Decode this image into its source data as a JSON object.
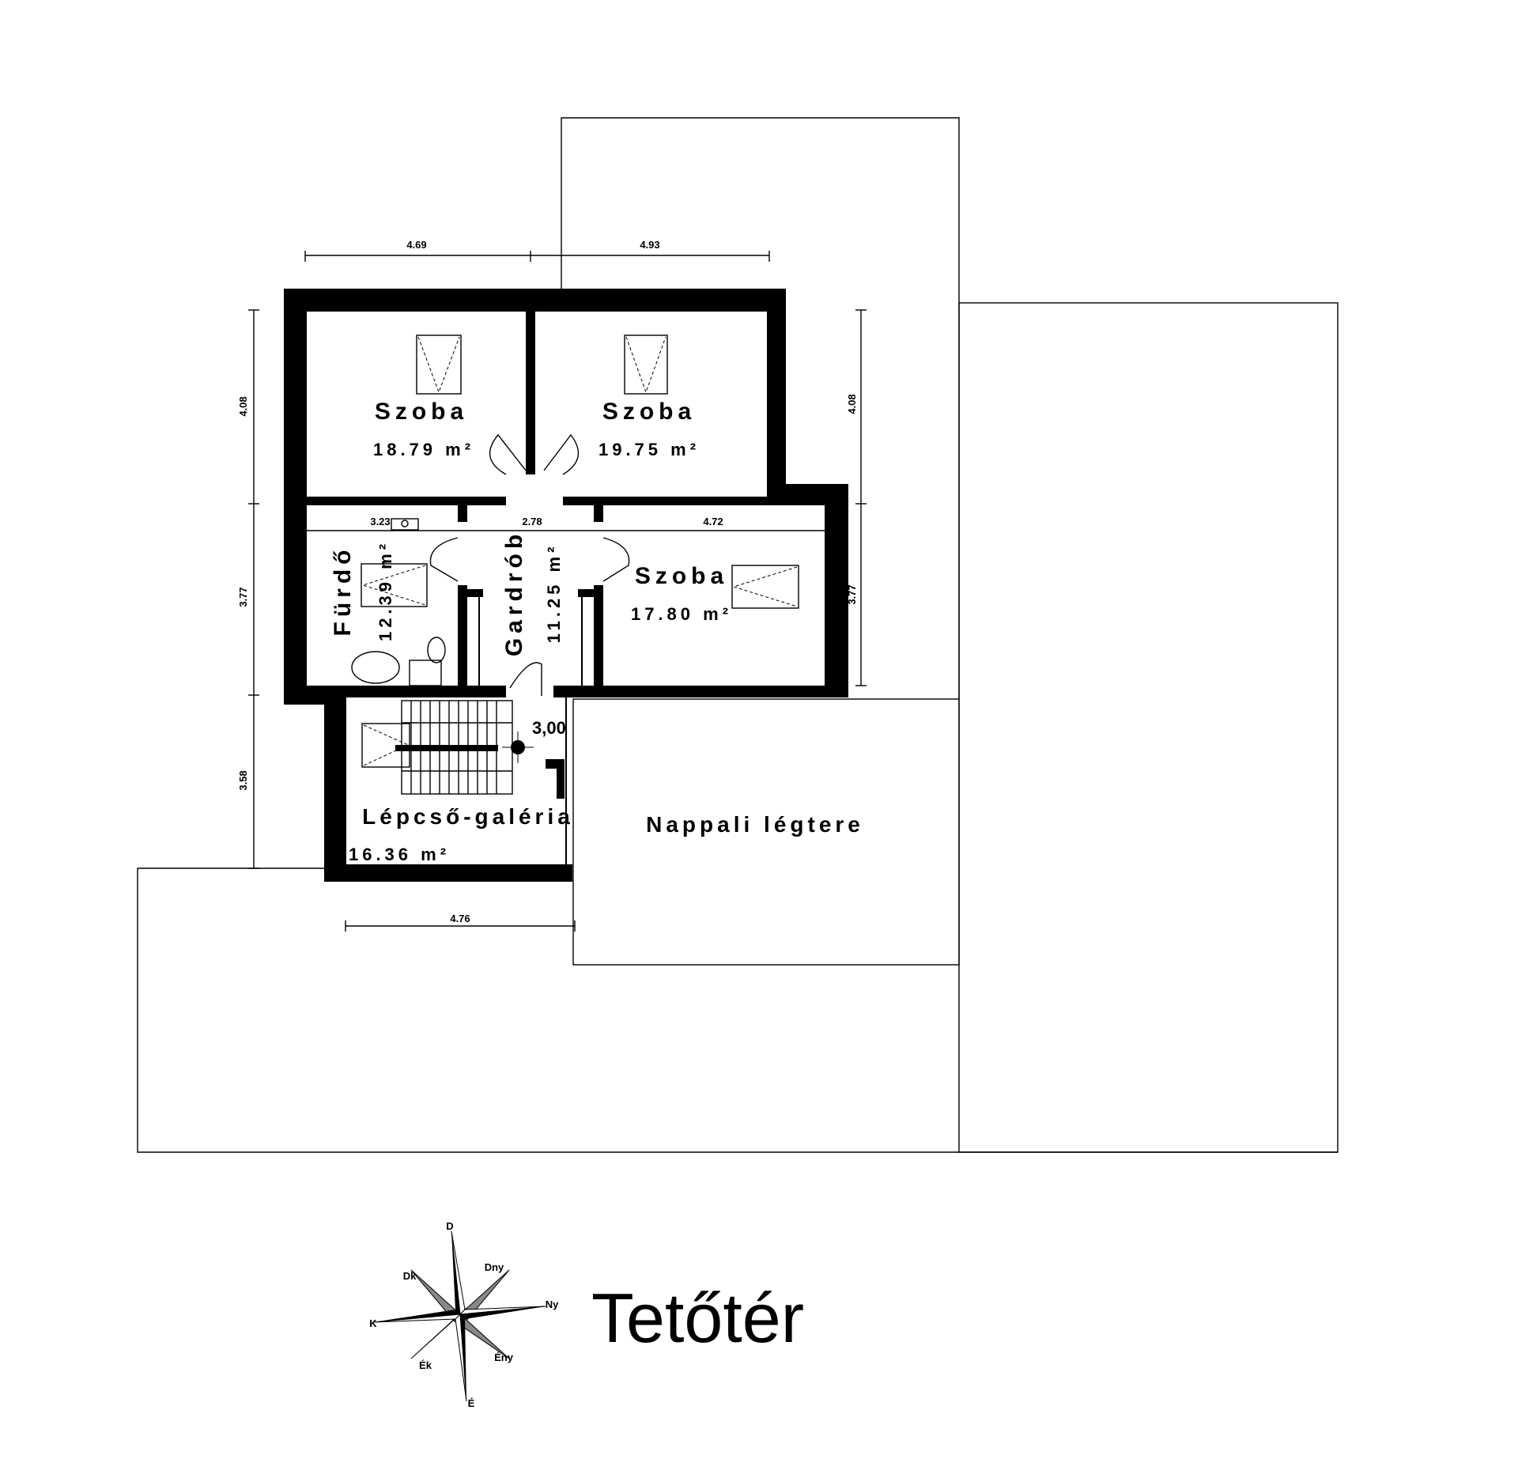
{
  "title": "Tetőtér",
  "dimensions": {
    "top_left": "4.69",
    "top_right": "4.93",
    "left_upper": "4.08",
    "left_middle": "3.77",
    "left_lower": "3.58",
    "right_upper": "4.08",
    "right_middle": "3.77",
    "inner_bath": "3.23",
    "inner_wardrobe": "2.78",
    "inner_room": "4.72",
    "bottom_stair": "4.76",
    "level": "3,00"
  },
  "rooms": [
    {
      "name": "Szoba",
      "area": "18.79 m²"
    },
    {
      "name": "Szoba",
      "area": "19.75 m²"
    },
    {
      "name": "Szoba",
      "area": "17.80 m²"
    },
    {
      "name": "Fürdő",
      "area": "12.39 m²"
    },
    {
      "name": "Gardrób",
      "area": "11.25 m²"
    },
    {
      "name": "Lépcső-galéria",
      "area": "16.36 m²"
    },
    {
      "name": "Nappali légtere"
    }
  ],
  "compass": {
    "labels": {
      "D": "D",
      "Dny": "Dny",
      "Ny": "Ny",
      "Eny": "Ény",
      "E": "É",
      "Ek": "Ék",
      "K": "K",
      "Dk": "Dk"
    }
  },
  "colors": {
    "wall": "#000000",
    "background": "#ffffff"
  }
}
